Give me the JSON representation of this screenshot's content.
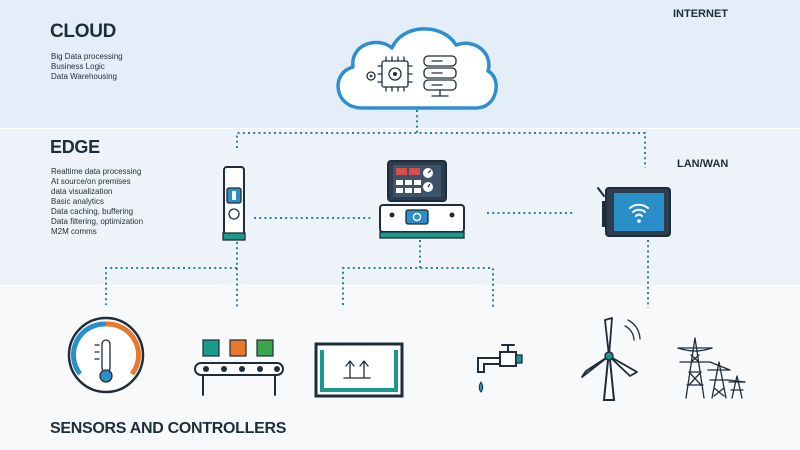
{
  "tiers": {
    "cloud": {
      "title": "CLOUD",
      "items": [
        "Big Data processing",
        "Business Logic",
        "Data Warehousing"
      ]
    },
    "edge": {
      "title": "EDGE",
      "items": [
        "Realtime data processing",
        "At source/on premises",
        "data visualization",
        "Basic analytics",
        "Data caching, buffering",
        "Data filtering, optimization",
        "M2M comms"
      ]
    },
    "sensors": {
      "title": "SENSORS AND CONTROLLERS"
    }
  },
  "labels": {
    "internet": "INTERNET",
    "lan_wan": "LAN/WAN"
  },
  "colors": {
    "cloud_stroke": "#2e8fd0",
    "connector": "#2f7fa4",
    "teal": "#1b9a8a",
    "accent_orange": "#e8782a",
    "accent_green": "#3aa64a",
    "accent_blue": "#2a8fc9"
  },
  "icons": [
    "cloud-icon",
    "server-stack-icon",
    "processor-gear-icon",
    "edge-gateway-icon",
    "control-panel-icon",
    "wifi-router-icon",
    "gauge-icon",
    "conveyor-belt-icon",
    "container-box-icon",
    "water-faucet-icon",
    "wind-turbine-icon",
    "power-pylon-icon"
  ]
}
